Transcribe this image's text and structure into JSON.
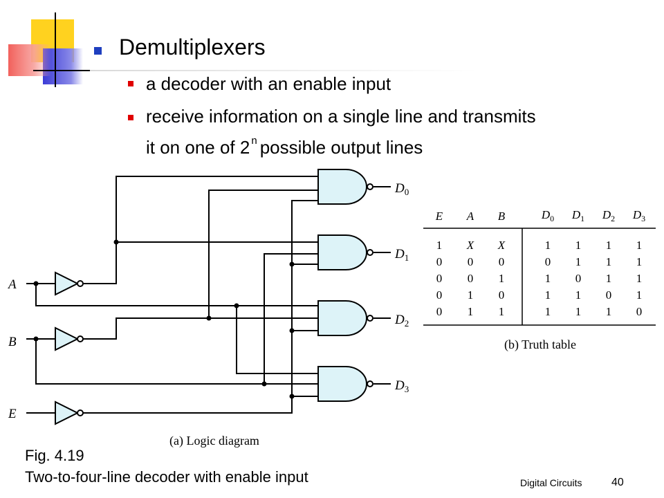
{
  "slide": {
    "title": "Demultiplexers",
    "bullets": [
      "a decoder with an enable input",
      "receive information on a single line and transmits",
      "it on one of 2",
      "n",
      "possible output lines"
    ],
    "accent_colors": {
      "yellow": "#ffd21f",
      "red": "#f0504a",
      "blue": "#3c3cd6",
      "bullet_blue": "#1f3fbf",
      "bullet_red": "#e00000"
    }
  },
  "diagram": {
    "inputs": [
      "A",
      "B",
      "E"
    ],
    "outputs": [
      {
        "letter": "D",
        "sub": "0"
      },
      {
        "letter": "D",
        "sub": "1"
      },
      {
        "letter": "D",
        "sub": "2"
      },
      {
        "letter": "D",
        "sub": "3"
      }
    ],
    "caption": "(a) Logic diagram"
  },
  "truth_table": {
    "headers": [
      {
        "letter": "E",
        "sub": ""
      },
      {
        "letter": "A",
        "sub": ""
      },
      {
        "letter": "B",
        "sub": ""
      },
      {
        "letter": "D",
        "sub": "0"
      },
      {
        "letter": "D",
        "sub": "1"
      },
      {
        "letter": "D",
        "sub": "2"
      },
      {
        "letter": "D",
        "sub": "3"
      }
    ],
    "rows": [
      [
        "1",
        "X",
        "X",
        "1",
        "1",
        "1",
        "1"
      ],
      [
        "0",
        "0",
        "0",
        "0",
        "1",
        "1",
        "1"
      ],
      [
        "0",
        "0",
        "1",
        "1",
        "0",
        "1",
        "1"
      ],
      [
        "0",
        "1",
        "0",
        "1",
        "1",
        "0",
        "1"
      ],
      [
        "0",
        "1",
        "1",
        "1",
        "1",
        "1",
        "0"
      ]
    ],
    "caption": "(b) Truth table"
  },
  "figure_caption": {
    "line1": "Fig. 4.19",
    "line2": "Two-to-four-line decoder with enable input"
  },
  "footer": {
    "course": "Digital Circuits",
    "page": "40"
  }
}
